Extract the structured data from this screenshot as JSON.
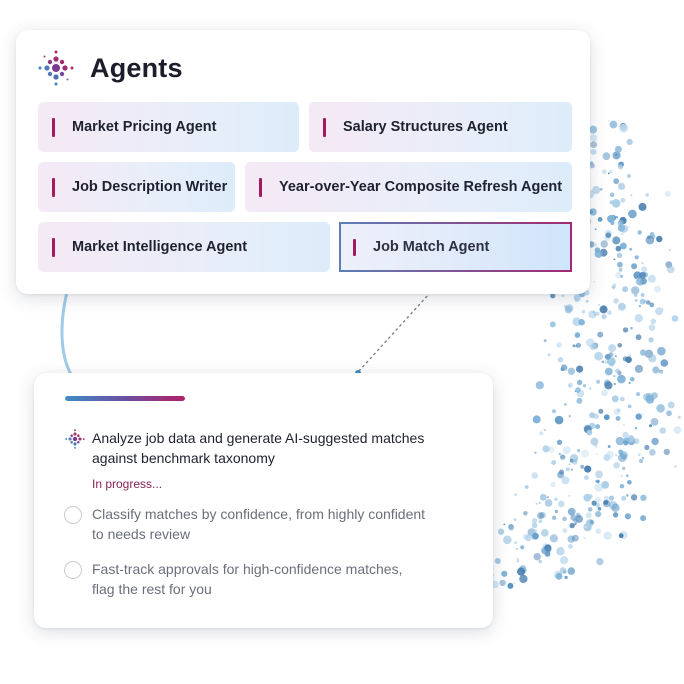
{
  "agents_panel": {
    "title": "Agents",
    "agents": [
      {
        "label": "Market Pricing Agent",
        "selected": false
      },
      {
        "label": "Salary Structures Agent",
        "selected": false
      },
      {
        "label": "Job Description Writer",
        "selected": false
      },
      {
        "label": "Year-over-Year Composite Refresh Agent",
        "selected": false
      },
      {
        "label": "Market Intelligence Agent",
        "selected": false
      },
      {
        "label": "Job Match Agent",
        "selected": true
      }
    ]
  },
  "task_panel": {
    "progress_percent": 100,
    "tasks": [
      {
        "text_line1": "Analyze job data and generate AI-suggested matches",
        "text_line2": "against benchmark taxonomy",
        "status": "In progress...",
        "state": "active"
      },
      {
        "text_line1": "Classify matches by confidence, from highly confident",
        "text_line2": "to needs review",
        "state": "pending"
      },
      {
        "text_line1": "Fast-track approvals for high-confidence matches,",
        "text_line2": "flag the rest for you",
        "state": "pending"
      }
    ]
  },
  "colors": {
    "accent_magenta": "#a31b5f",
    "accent_blue": "#3d8cc4",
    "status_text": "#8a1f55"
  },
  "icons": {
    "brand": "sparkle-diamond-icon",
    "pending": "empty-circle-icon"
  }
}
